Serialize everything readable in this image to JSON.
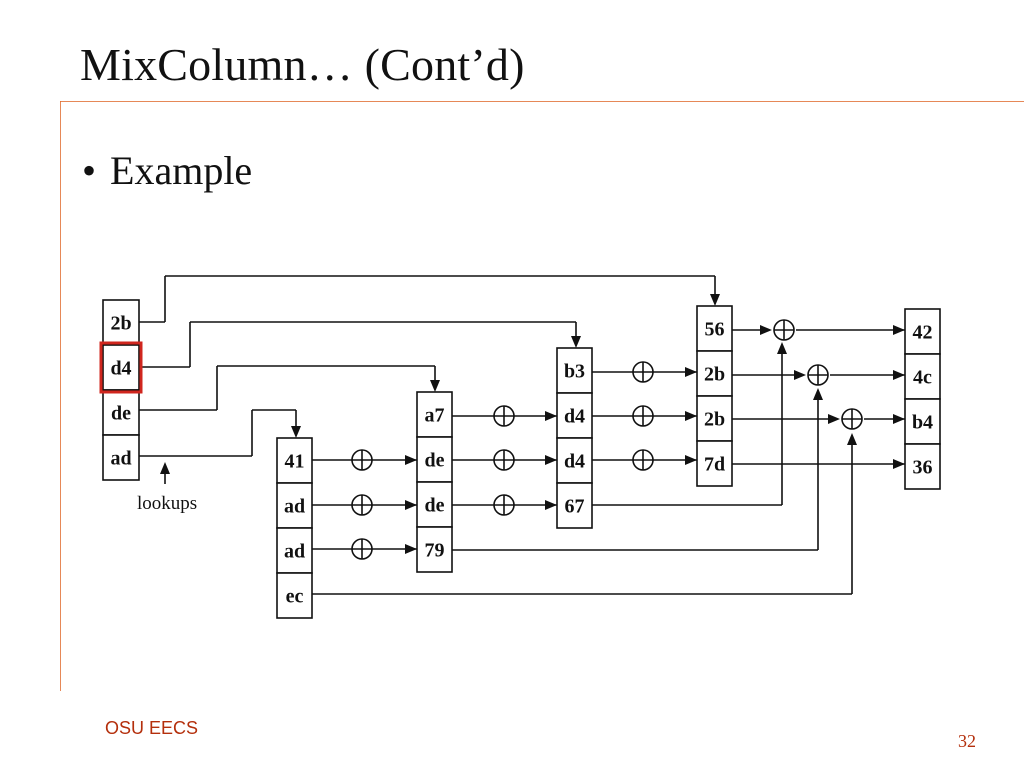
{
  "slide": {
    "title": "MixColumn… (Cont’d)",
    "bullet": "Example",
    "footer_left": "OSU EECS",
    "page_number": "32"
  },
  "diagram": {
    "lookup_label": "lookups",
    "col1": [
      "2b",
      "d4",
      "de",
      "ad"
    ],
    "col2": [
      "41",
      "ad",
      "ad",
      "ec"
    ],
    "col3": [
      "a7",
      "de",
      "de",
      "79"
    ],
    "col4": [
      "b3",
      "d4",
      "d4",
      "67"
    ],
    "col5": [
      "56",
      "2b",
      "2b",
      "7d"
    ],
    "result": [
      "42",
      "4c",
      "b4",
      "36"
    ]
  },
  "colors": {
    "rule": "#e06a2d",
    "footer": "#b42f0c",
    "highlight": "#d0261e"
  }
}
